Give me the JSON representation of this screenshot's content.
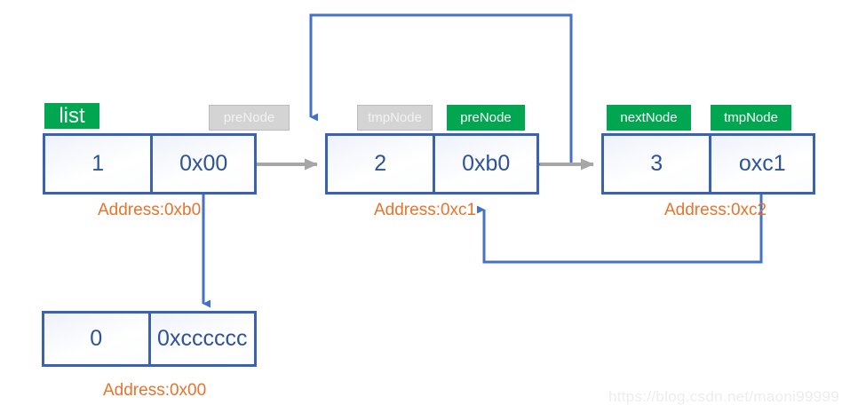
{
  "diagram": {
    "title": "Linked list pointer manipulation diagram",
    "colors": {
      "node_border": "#3B62AF",
      "node_text": "#2E5399",
      "tag_green": "#00A650",
      "tag_gray": "#D4D4D4",
      "address_text": "#E8742C",
      "arrow_blue": "#4472C4",
      "arrow_gray": "#A6A6A6",
      "background": "#FFFFFF"
    }
  },
  "nodes": [
    {
      "id": "node-1",
      "value": "1",
      "pointer": "0x00",
      "address_label": "Address:0xb0",
      "tags": [
        {
          "text": "list",
          "style": "green"
        },
        {
          "text": "preNode",
          "style": "gray"
        }
      ]
    },
    {
      "id": "node-2",
      "value": "2",
      "pointer": "0xb0",
      "address_label": "Address:0xc1",
      "tags": [
        {
          "text": "tmpNode",
          "style": "gray"
        },
        {
          "text": "preNode",
          "style": "green"
        }
      ]
    },
    {
      "id": "node-3",
      "value": "3",
      "pointer": "oxc1",
      "address_label": "Address:0xc2",
      "tags": [
        {
          "text": "nextNode",
          "style": "green"
        },
        {
          "text": "tmpNode",
          "style": "green"
        }
      ]
    },
    {
      "id": "node-4",
      "value": "0",
      "pointer": "0xcccccc",
      "address_label": "Address:0x00",
      "tags": []
    }
  ],
  "watermark": "https://blog.csdn.net/maoni99999"
}
